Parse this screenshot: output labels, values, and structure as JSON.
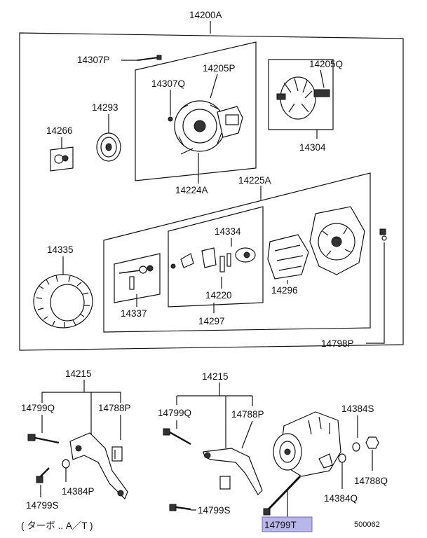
{
  "upper": {
    "assembly": "14200A",
    "p14307P": "14307P",
    "p14307Q": "14307Q",
    "p14205P": "14205P",
    "p14205Q": "14205Q",
    "p14293": "14293",
    "p14266": "14266",
    "p14224A": "14224A",
    "p14304": "14304",
    "p14225A": "14225A",
    "p14335": "14335",
    "p14334": "14334",
    "p14220": "14220",
    "p14296": "14296",
    "p14337": "14337",
    "p14297": "14297",
    "p14798P": "14798P"
  },
  "lower_left": {
    "p14215": "14215",
    "p14799Q": "14799Q",
    "p14788P": "14788P",
    "p14384P": "14384P",
    "p14799S": "14799S",
    "note": "( ターボ .. A／T )"
  },
  "lower_right": {
    "p14215": "14215",
    "p14799Q": "14799Q",
    "p14788P": "14788P",
    "p14384S": "14384S",
    "p14788Q": "14788Q",
    "p14384Q": "14384Q",
    "p14799S": "14799S",
    "p14799T": "14799T"
  },
  "diagram_id": "500062",
  "highlight_color": "#b9b6ea"
}
